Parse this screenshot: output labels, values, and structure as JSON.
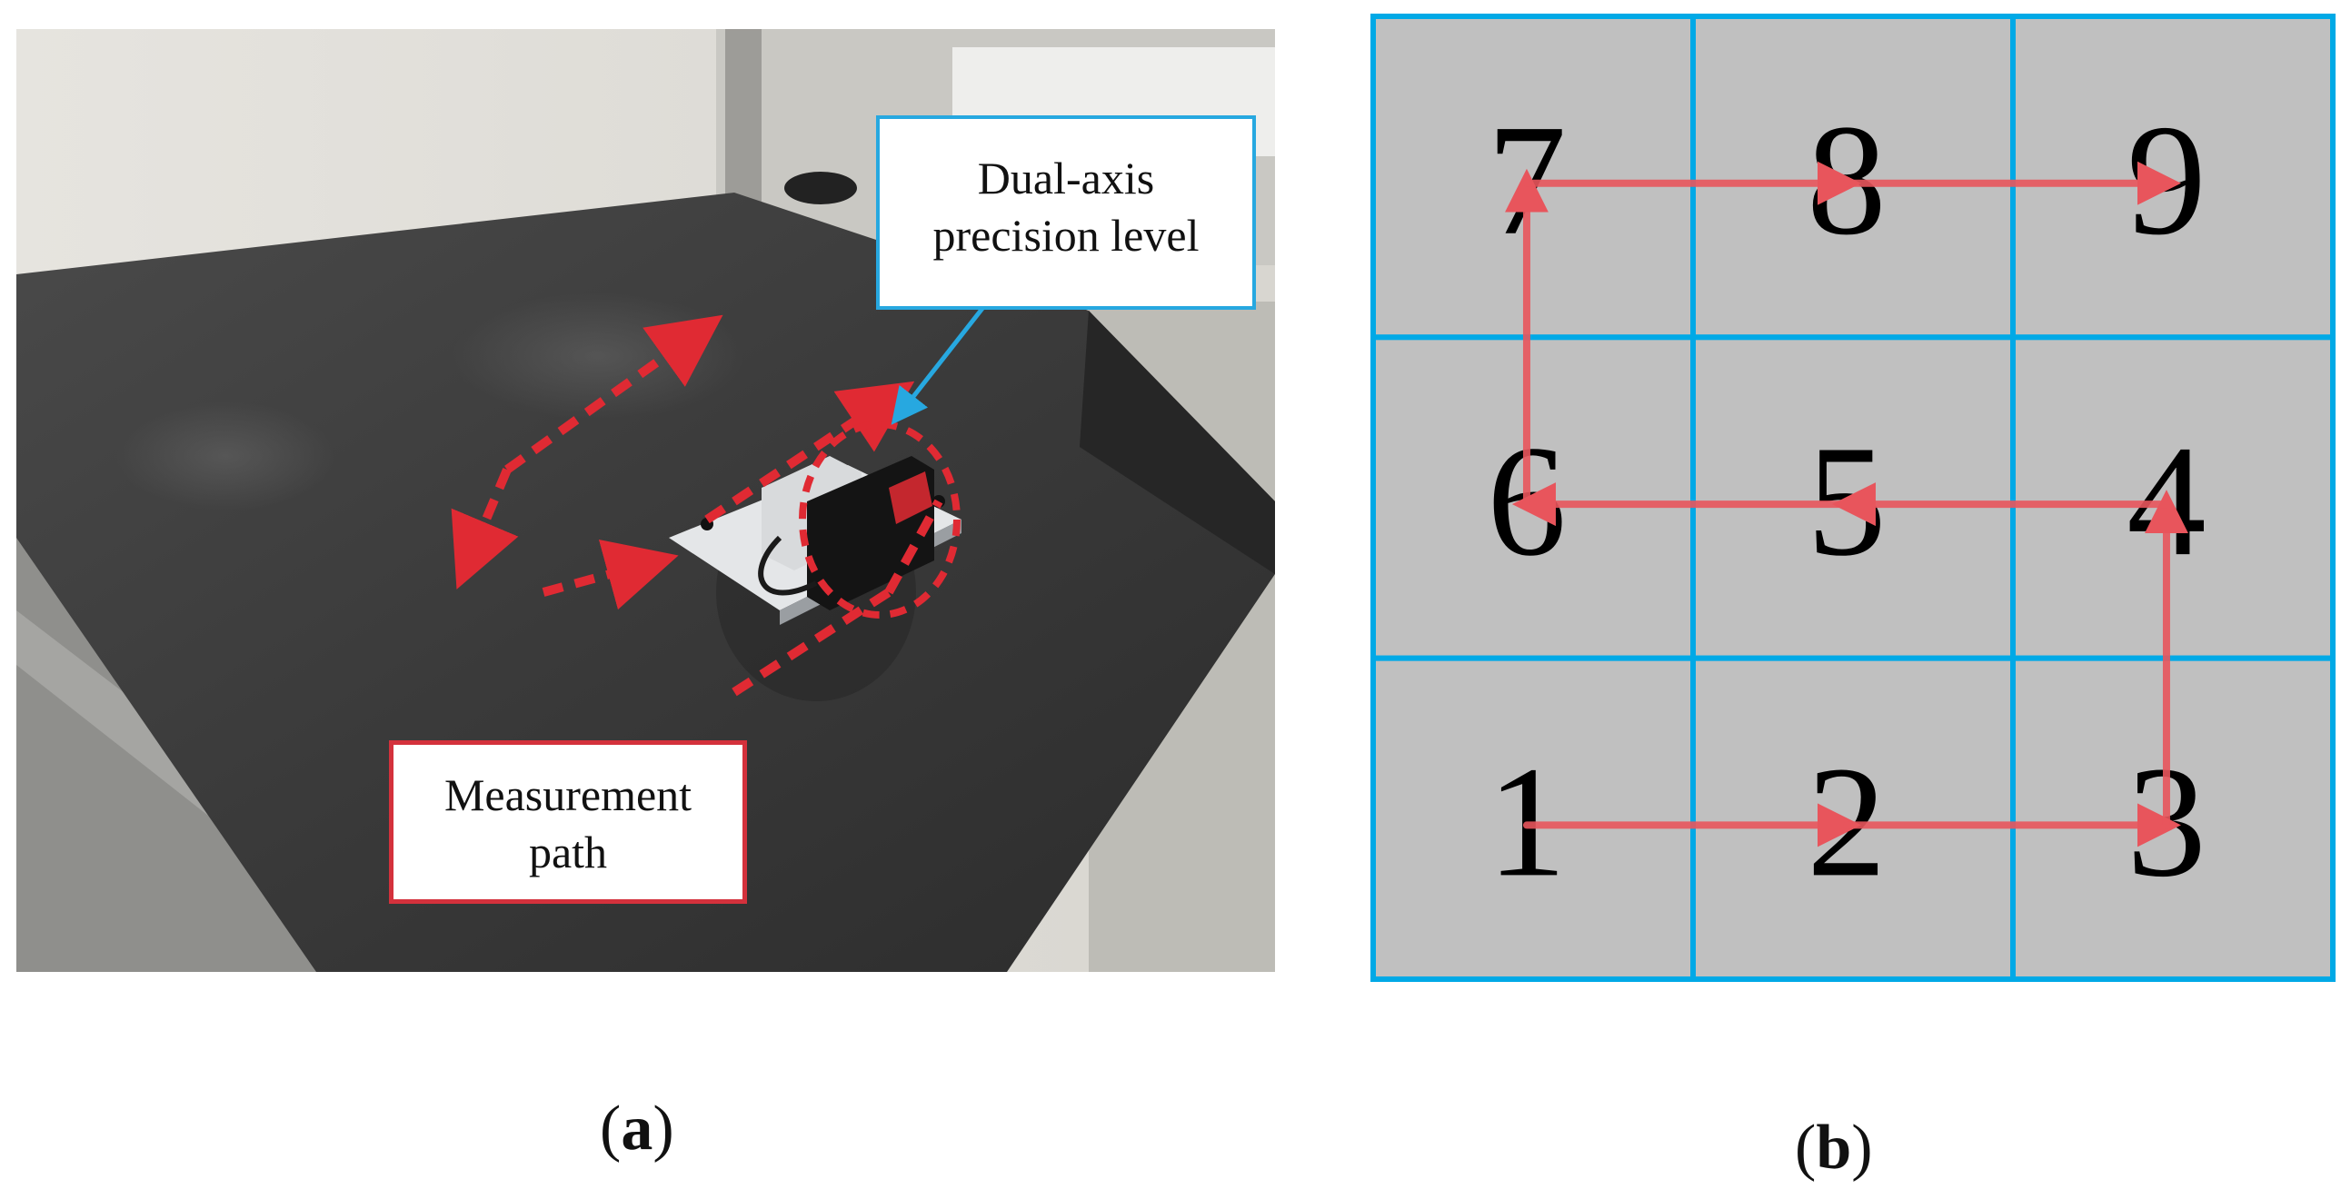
{
  "panel_a": {
    "callout_level": {
      "line1": "Dual-axis",
      "line2": "precision level"
    },
    "callout_path": {
      "line1": "Measurement",
      "line2": "path"
    },
    "caption": {
      "open": "(",
      "letter": "a",
      "close": ")"
    }
  },
  "panel_b": {
    "grid": {
      "rows": 3,
      "cols": 3,
      "cell_labels": [
        [
          "7",
          "8",
          "9"
        ],
        [
          "6",
          "5",
          "4"
        ],
        [
          "1",
          "2",
          "3"
        ]
      ],
      "measurement_order": [
        "1",
        "2",
        "3",
        "4",
        "5",
        "6",
        "7",
        "8",
        "9"
      ]
    },
    "caption": {
      "open": "(",
      "letter": "b",
      "close": ")"
    }
  },
  "colors": {
    "grid_line": "#00a9e6",
    "cell_fill": "#c0c0c0",
    "path_arrow": "#e8555c",
    "callout_level_border": "#27a8e0",
    "callout_path_border": "#d4313c"
  }
}
